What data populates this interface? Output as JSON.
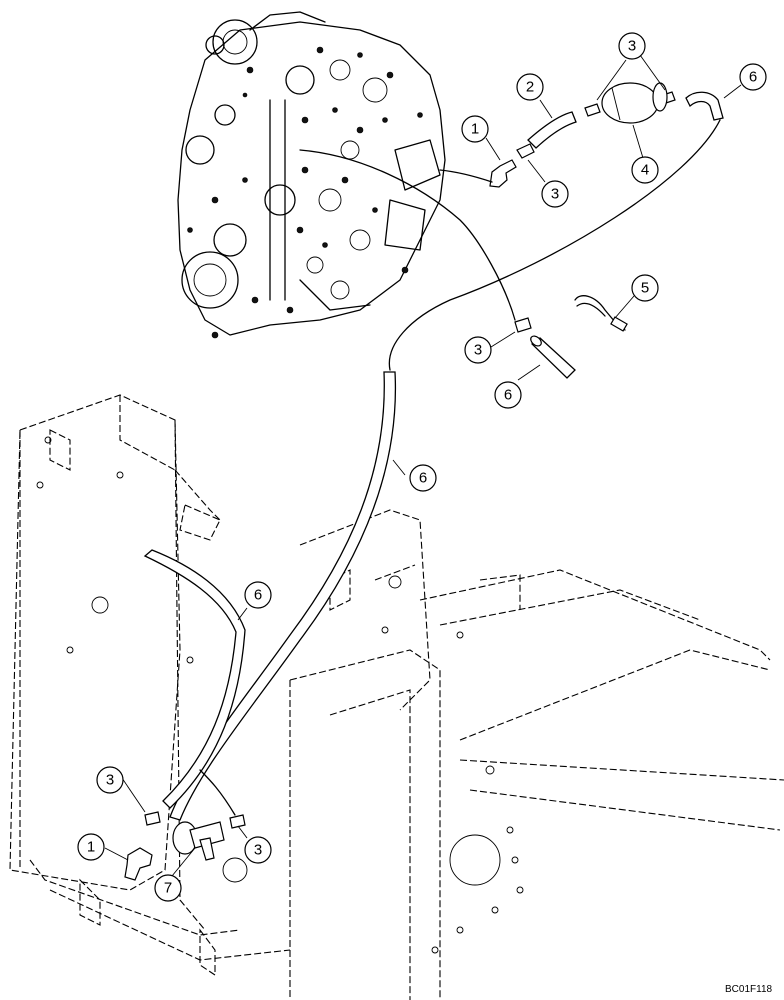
{
  "callouts": [
    {
      "id": "c1a",
      "label": "1"
    },
    {
      "id": "c2",
      "label": "2"
    },
    {
      "id": "c3a",
      "label": "3"
    },
    {
      "id": "c3b",
      "label": "3"
    },
    {
      "id": "c4",
      "label": "4"
    },
    {
      "id": "c6a",
      "label": "6"
    },
    {
      "id": "c5",
      "label": "5"
    },
    {
      "id": "c3c",
      "label": "3"
    },
    {
      "id": "c6b",
      "label": "6"
    },
    {
      "id": "c6c",
      "label": "6"
    },
    {
      "id": "c6d",
      "label": "6"
    },
    {
      "id": "c3d",
      "label": "3"
    },
    {
      "id": "c3e",
      "label": "3"
    },
    {
      "id": "c1b",
      "label": "1"
    },
    {
      "id": "c7",
      "label": "7"
    }
  ],
  "figure_ref": "BC01F118"
}
